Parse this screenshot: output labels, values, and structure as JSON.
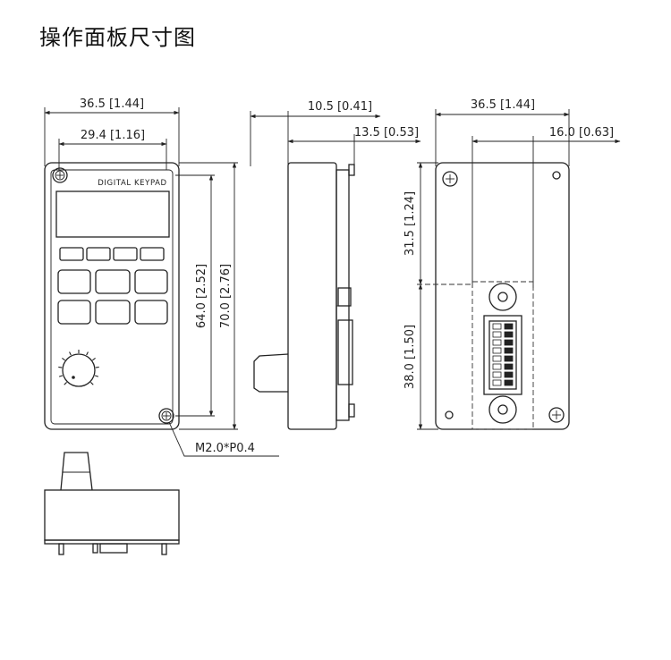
{
  "title": "操作面板尺寸图",
  "front_view": {
    "keypad_label": "DIGITAL  KEYPAD",
    "dim_width_total": "36.5 [1.44]",
    "dim_width_inner": "29.4 [1.16]",
    "dim_height_holes": "64.0 [2.52]",
    "dim_height_total": "70.0 [2.76]",
    "screw_note": "M2.0*P0.4"
  },
  "side_view": {
    "dim_depth_total": "10.5 [0.41]",
    "dim_depth_body": "13.5 [0.53]"
  },
  "rear_view": {
    "dim_width_total": "36.5 [1.44]",
    "dim_connector_width": "16.0 [0.63]",
    "dim_upper_height": "31.5 [1.24]",
    "dim_lower_height": "38.0 [1.50]"
  }
}
